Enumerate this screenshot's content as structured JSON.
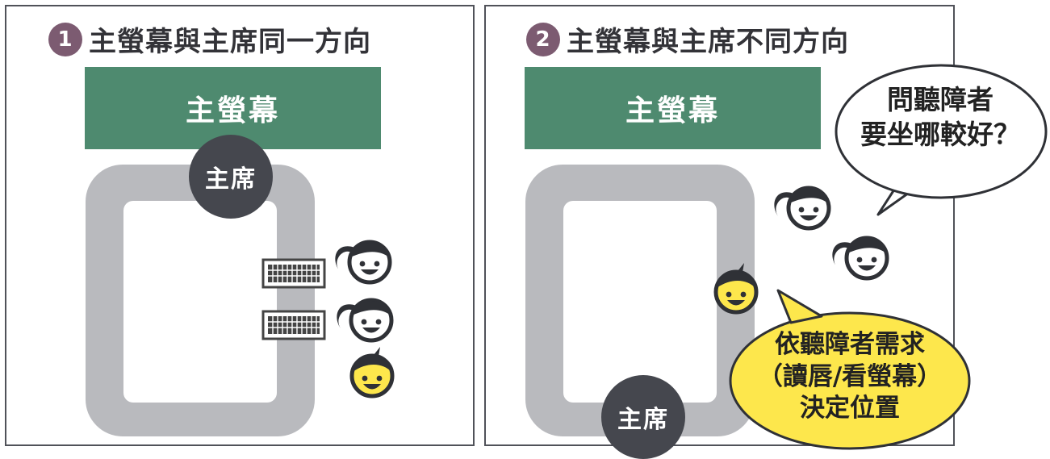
{
  "panel1": {
    "number": "1",
    "title": "主螢幕與主席同一方向",
    "screen_label": "主螢幕",
    "chair_label": "主席"
  },
  "panel2": {
    "number": "2",
    "title": "主螢幕與主席不同方向",
    "screen_label": "主螢幕",
    "chair_label": "主席",
    "question_bubble": {
      "line1": "問聽障者",
      "line2": "要坐哪較好？"
    },
    "answer_bubble": {
      "line1": "依聽障者需求",
      "line2": "（讀唇/看螢幕）",
      "line3": "決定位置"
    }
  },
  "colors": {
    "number_badge": "#7c5b71",
    "screen": "#4e8a6f",
    "table": "#b9babe",
    "chair": "#45474e",
    "face_yellow": "#fde74c",
    "answer_bubble": "#fde74c"
  },
  "icons": [
    "keyboard-icon",
    "girl-face-icon",
    "boy-face-icon",
    "speech-bubble-icon"
  ]
}
